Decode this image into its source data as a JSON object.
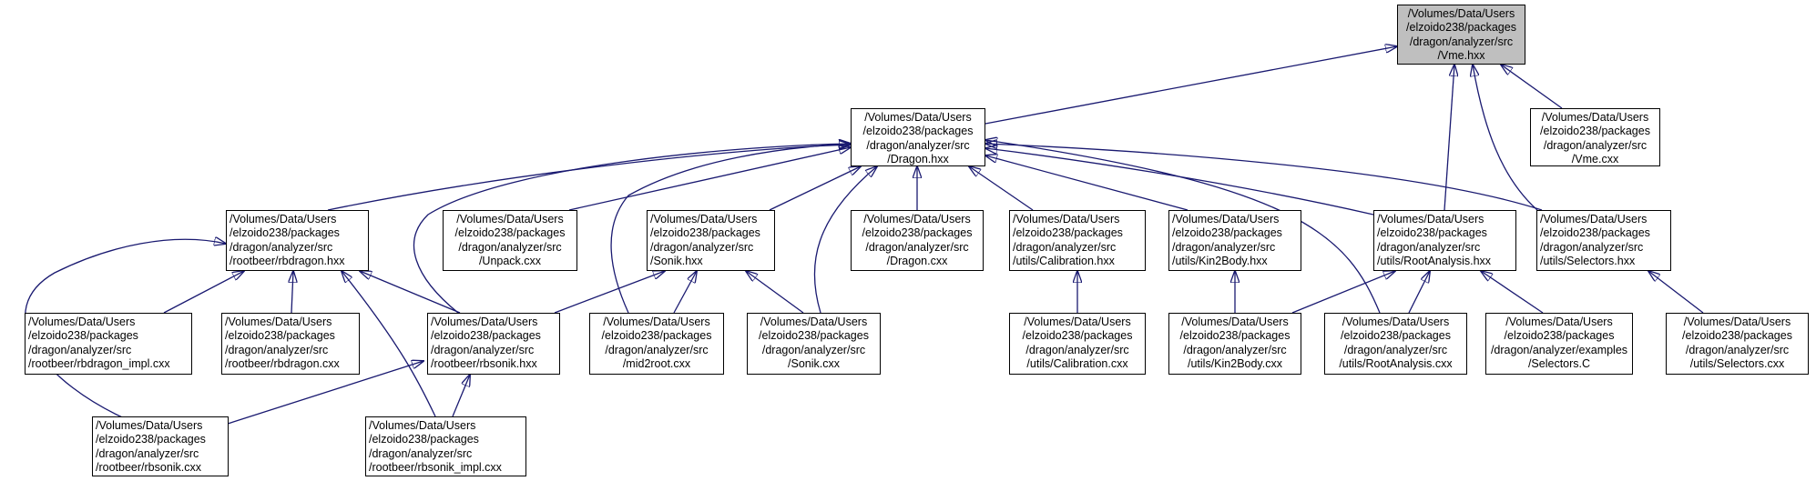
{
  "colors": {
    "edge": "#191970",
    "node_border": "#000000",
    "node_fill": "#ffffff",
    "root_fill": "#bfbfbf"
  },
  "nodes": [
    {
      "id": "vme_hxx",
      "lines": [
        "/Volumes/Data/Users",
        "/elzoido238/packages",
        "/dragon/analyzer/src",
        "/Vme.hxx"
      ],
      "highlight": true
    },
    {
      "id": "dragon_hxx",
      "lines": [
        "/Volumes/Data/Users",
        "/elzoido238/packages",
        "/dragon/analyzer/src",
        "/Dragon.hxx"
      ]
    },
    {
      "id": "vme_cxx",
      "lines": [
        "/Volumes/Data/Users",
        "/elzoido238/packages",
        "/dragon/analyzer/src",
        "/Vme.cxx"
      ]
    },
    {
      "id": "rbdragon_hxx",
      "lines": [
        "/Volumes/Data/Users",
        "/elzoido238/packages",
        "/dragon/analyzer/src",
        "/rootbeer/rbdragon.hxx"
      ]
    },
    {
      "id": "unpack_cxx",
      "lines": [
        "/Volumes/Data/Users",
        "/elzoido238/packages",
        "/dragon/analyzer/src",
        "/Unpack.cxx"
      ]
    },
    {
      "id": "sonik_hxx",
      "lines": [
        "/Volumes/Data/Users",
        "/elzoido238/packages",
        "/dragon/analyzer/src",
        "/Sonik.hxx"
      ]
    },
    {
      "id": "dragon_cxx",
      "lines": [
        "/Volumes/Data/Users",
        "/elzoido238/packages",
        "/dragon/analyzer/src",
        "/Dragon.cxx"
      ]
    },
    {
      "id": "calibration_hxx",
      "lines": [
        "/Volumes/Data/Users",
        "/elzoido238/packages",
        "/dragon/analyzer/src",
        "/utils/Calibration.hxx"
      ]
    },
    {
      "id": "kin2body_hxx",
      "lines": [
        "/Volumes/Data/Users",
        "/elzoido238/packages",
        "/dragon/analyzer/src",
        "/utils/Kin2Body.hxx"
      ]
    },
    {
      "id": "rootanalysis_hxx",
      "lines": [
        "/Volumes/Data/Users",
        "/elzoido238/packages",
        "/dragon/analyzer/src",
        "/utils/RootAnalysis.hxx"
      ]
    },
    {
      "id": "selectors_hxx",
      "lines": [
        "/Volumes/Data/Users",
        "/elzoido238/packages",
        "/dragon/analyzer/src",
        "/utils/Selectors.hxx"
      ]
    },
    {
      "id": "rbdragon_impl_cxx",
      "lines": [
        "/Volumes/Data/Users",
        "/elzoido238/packages",
        "/dragon/analyzer/src",
        "/rootbeer/rbdragon_impl.cxx"
      ]
    },
    {
      "id": "rbdragon_cxx",
      "lines": [
        "/Volumes/Data/Users",
        "/elzoido238/packages",
        "/dragon/analyzer/src",
        "/rootbeer/rbdragon.cxx"
      ]
    },
    {
      "id": "rbsonik_hxx",
      "lines": [
        "/Volumes/Data/Users",
        "/elzoido238/packages",
        "/dragon/analyzer/src",
        "/rootbeer/rbsonik.hxx"
      ]
    },
    {
      "id": "mid2root_cxx",
      "lines": [
        "/Volumes/Data/Users",
        "/elzoido238/packages",
        "/dragon/analyzer/src",
        "/mid2root.cxx"
      ]
    },
    {
      "id": "sonik_cxx",
      "lines": [
        "/Volumes/Data/Users",
        "/elzoido238/packages",
        "/dragon/analyzer/src",
        "/Sonik.cxx"
      ]
    },
    {
      "id": "calibration_cxx",
      "lines": [
        "/Volumes/Data/Users",
        "/elzoido238/packages",
        "/dragon/analyzer/src",
        "/utils/Calibration.cxx"
      ]
    },
    {
      "id": "kin2body_cxx",
      "lines": [
        "/Volumes/Data/Users",
        "/elzoido238/packages",
        "/dragon/analyzer/src",
        "/utils/Kin2Body.cxx"
      ]
    },
    {
      "id": "rootanalysis_cxx",
      "lines": [
        "/Volumes/Data/Users",
        "/elzoido238/packages",
        "/dragon/analyzer/src",
        "/utils/RootAnalysis.cxx"
      ]
    },
    {
      "id": "selectors_c",
      "lines": [
        "/Volumes/Data/Users",
        "/elzoido238/packages",
        "/dragon/analyzer/examples",
        "/Selectors.C"
      ]
    },
    {
      "id": "selectors_cxx",
      "lines": [
        "/Volumes/Data/Users",
        "/elzoido238/packages",
        "/dragon/analyzer/src",
        "/utils/Selectors.cxx"
      ]
    },
    {
      "id": "rbsonik_cxx",
      "lines": [
        "/Volumes/Data/Users",
        "/elzoido238/packages",
        "/dragon/analyzer/src",
        "/rootbeer/rbsonik.cxx"
      ]
    },
    {
      "id": "rbsonik_impl_cxx",
      "lines": [
        "/Volumes/Data/Users",
        "/elzoido238/packages",
        "/dragon/analyzer/src",
        "/rootbeer/rbsonik_impl.cxx"
      ]
    }
  ],
  "edges": [
    {
      "from": "dragon_hxx",
      "to": "vme_hxx"
    },
    {
      "from": "vme_cxx",
      "to": "vme_hxx"
    },
    {
      "from": "rootanalysis_hxx",
      "to": "vme_hxx"
    },
    {
      "from": "selectors_hxx",
      "to": "vme_hxx"
    },
    {
      "from": "rbdragon_hxx",
      "to": "dragon_hxx"
    },
    {
      "from": "unpack_cxx",
      "to": "dragon_hxx"
    },
    {
      "from": "sonik_hxx",
      "to": "dragon_hxx"
    },
    {
      "from": "dragon_cxx",
      "to": "dragon_hxx"
    },
    {
      "from": "calibration_hxx",
      "to": "dragon_hxx"
    },
    {
      "from": "kin2body_hxx",
      "to": "dragon_hxx"
    },
    {
      "from": "rootanalysis_hxx",
      "to": "dragon_hxx"
    },
    {
      "from": "selectors_hxx",
      "to": "dragon_hxx"
    },
    {
      "from": "rbsonik_hxx",
      "to": "dragon_hxx"
    },
    {
      "from": "mid2root_cxx",
      "to": "dragon_hxx"
    },
    {
      "from": "sonik_cxx",
      "to": "dragon_hxx"
    },
    {
      "from": "rootanalysis_cxx",
      "to": "dragon_hxx"
    },
    {
      "from": "rbdragon_impl_cxx",
      "to": "rbdragon_hxx"
    },
    {
      "from": "rbdragon_cxx",
      "to": "rbdragon_hxx"
    },
    {
      "from": "rbsonik_hxx",
      "to": "rbdragon_hxx"
    },
    {
      "from": "rbsonik_impl_cxx",
      "to": "rbdragon_hxx"
    },
    {
      "from": "rbsonik_cxx",
      "to": "rbdragon_hxx"
    },
    {
      "from": "rbsonik_hxx",
      "to": "sonik_hxx"
    },
    {
      "from": "mid2root_cxx",
      "to": "sonik_hxx"
    },
    {
      "from": "sonik_cxx",
      "to": "sonik_hxx"
    },
    {
      "from": "calibration_cxx",
      "to": "calibration_hxx"
    },
    {
      "from": "kin2body_cxx",
      "to": "kin2body_hxx"
    },
    {
      "from": "kin2body_cxx",
      "to": "rootanalysis_hxx"
    },
    {
      "from": "rootanalysis_cxx",
      "to": "rootanalysis_hxx"
    },
    {
      "from": "selectors_c",
      "to": "rootanalysis_hxx"
    },
    {
      "from": "selectors_cxx",
      "to": "selectors_hxx"
    },
    {
      "from": "rbsonik_cxx",
      "to": "rbsonik_hxx"
    },
    {
      "from": "rbsonik_impl_cxx",
      "to": "rbsonik_hxx"
    }
  ]
}
